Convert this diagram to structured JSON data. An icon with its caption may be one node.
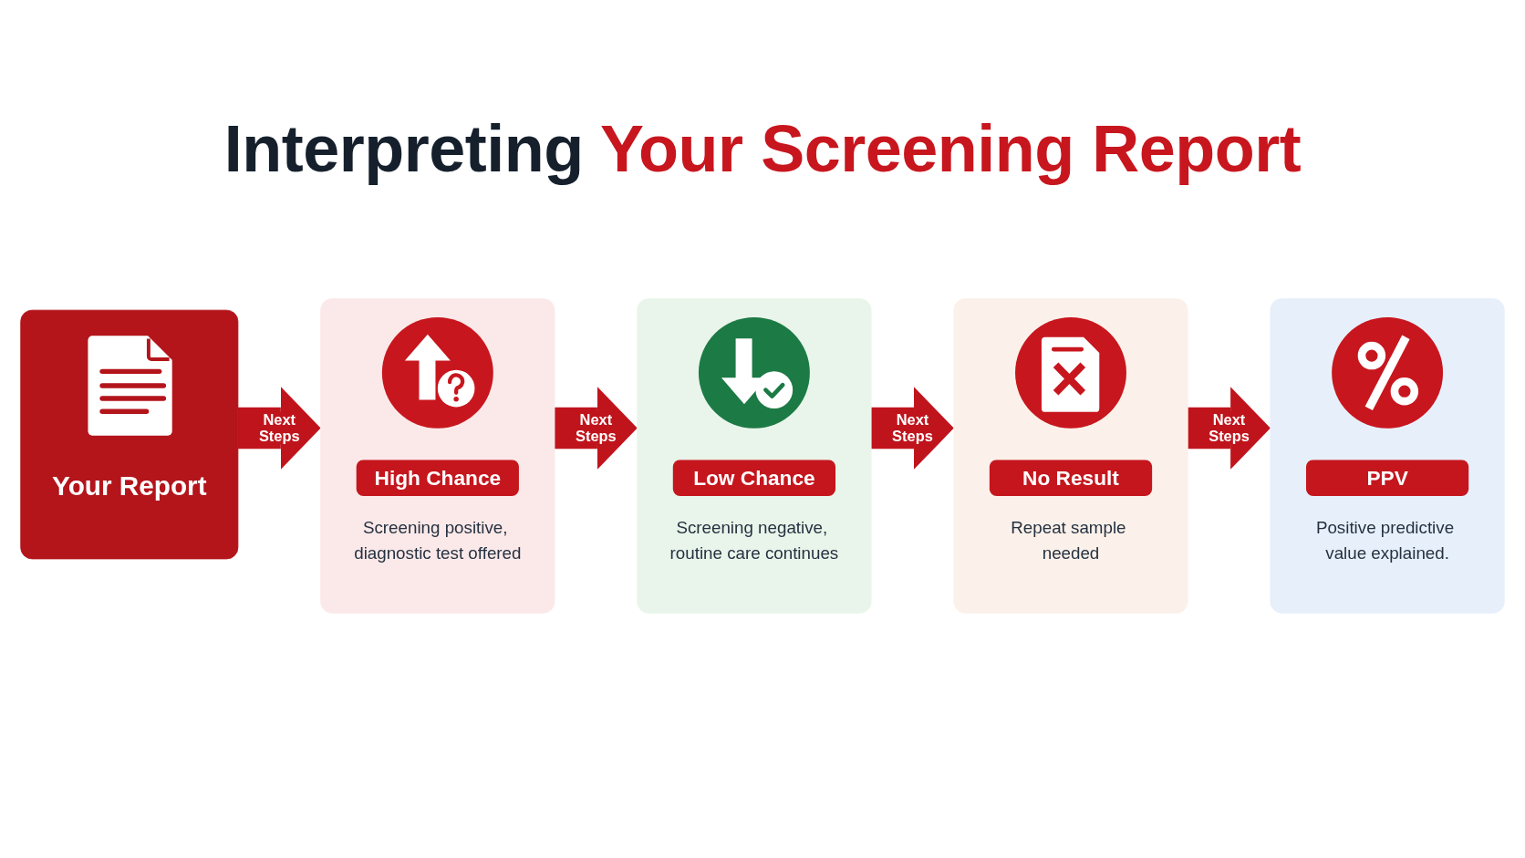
{
  "diagram": {
    "title": "Interpreting Your Screening Report",
    "nodes": [
      {
        "text": [
          "Your Report"
        ]
      },
      {
        "text": [
          "High Chance",
          "Screening positive, diagnostic test offered"
        ]
      },
      {
        "text": [
          "Low Chance",
          "Screening negative, routine care continues"
        ]
      },
      {
        "text": [
          "No Result",
          "Repeat sample needed"
        ]
      },
      {
        "text": [
          "PPV",
          "Positive predictive value explained."
        ]
      }
    ],
    "edges": [
      {
        "from": 0,
        "to": 1,
        "arrow": "to",
        "label": "Next Steps"
      },
      {
        "from": 1,
        "to": 2,
        "arrow": "to",
        "label": "Next Steps"
      },
      {
        "from": 2,
        "to": 3,
        "arrow": "to",
        "label": "Next Steps"
      },
      {
        "from": 3,
        "to": 4,
        "arrow": "to",
        "label": "Next Steps"
      }
    ]
  }
}
